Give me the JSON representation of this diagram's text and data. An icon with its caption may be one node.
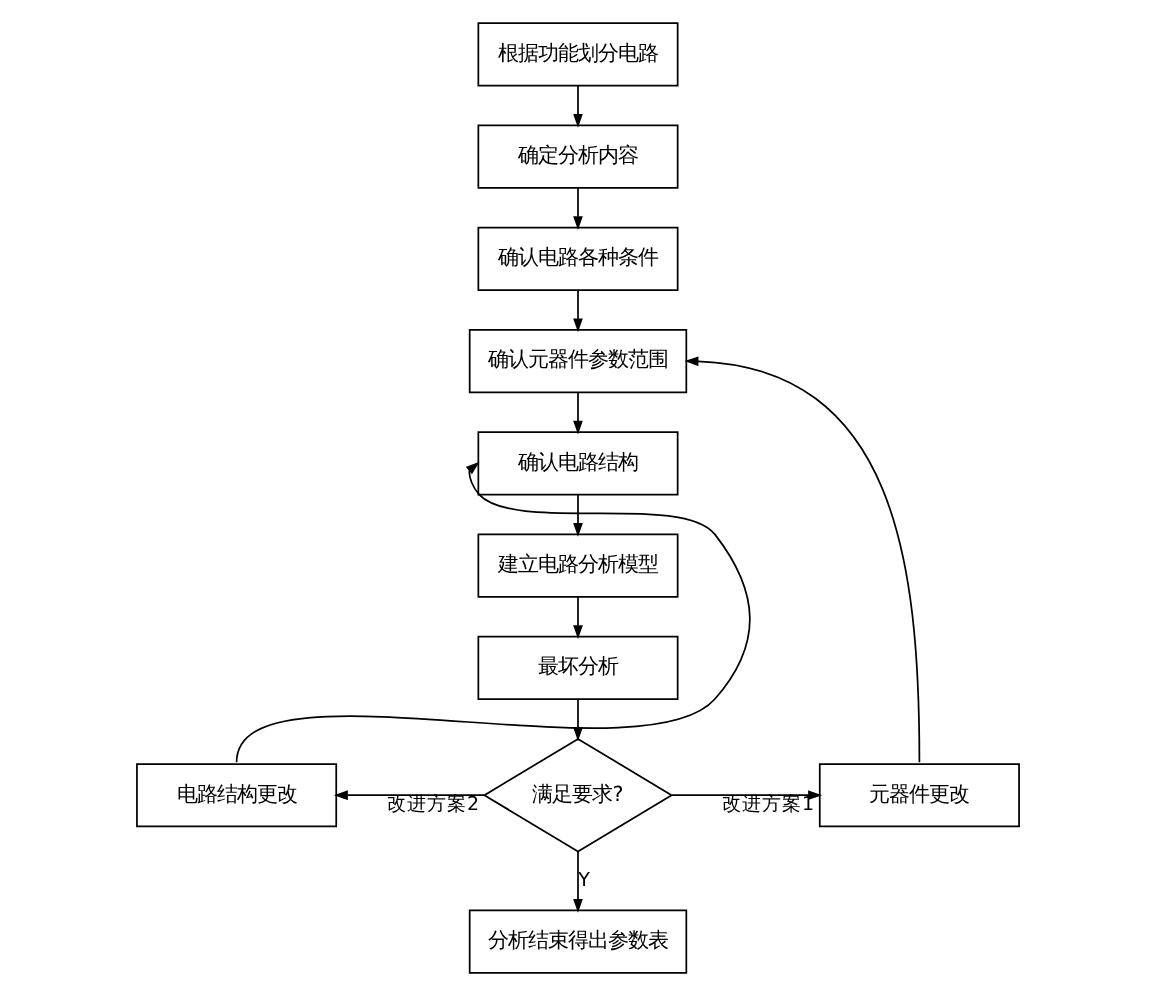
{
  "diagram": {
    "nodes": [
      {
        "text": [
          "根据功能划分电路"
        ]
      },
      {
        "text": [
          "确定分析内容"
        ]
      },
      {
        "text": [
          "确认电路各种条件"
        ]
      },
      {
        "text": [
          "确认元器件参数范围"
        ]
      },
      {
        "text": [
          "确认电路结构"
        ]
      },
      {
        "text": [
          "建立电路分析模型"
        ]
      },
      {
        "text": [
          "最坏分析"
        ]
      },
      {
        "text": [
          "电路结构更改"
        ]
      },
      {
        "text": [
          "满足要求?"
        ]
      },
      {
        "text": [
          "元器件更改"
        ]
      },
      {
        "text": [
          "分析结束得出参数表"
        ]
      }
    ],
    "edges": [
      {
        "from": 0,
        "to": 1,
        "arrow": "to"
      },
      {
        "from": 1,
        "to": 2,
        "arrow": "to"
      },
      {
        "from": 2,
        "to": 3,
        "arrow": "to"
      },
      {
        "from": 3,
        "to": 4,
        "arrow": "to"
      },
      {
        "from": 4,
        "to": 5,
        "arrow": "to"
      },
      {
        "from": 5,
        "to": 6,
        "arrow": "to"
      },
      {
        "from": 6,
        "to": 8,
        "arrow": "to"
      },
      {
        "from": 8,
        "to": 7,
        "arrow": "to",
        "label": "改进方案2"
      },
      {
        "from": 8,
        "to": 9,
        "arrow": "to",
        "label": "改进方案1"
      },
      {
        "from": 8,
        "to": 10,
        "arrow": "to",
        "label": "Y"
      },
      {
        "from": 7,
        "to": 4,
        "arrow": "to"
      },
      {
        "from": 9,
        "to": 3,
        "arrow": "to"
      }
    ]
  }
}
